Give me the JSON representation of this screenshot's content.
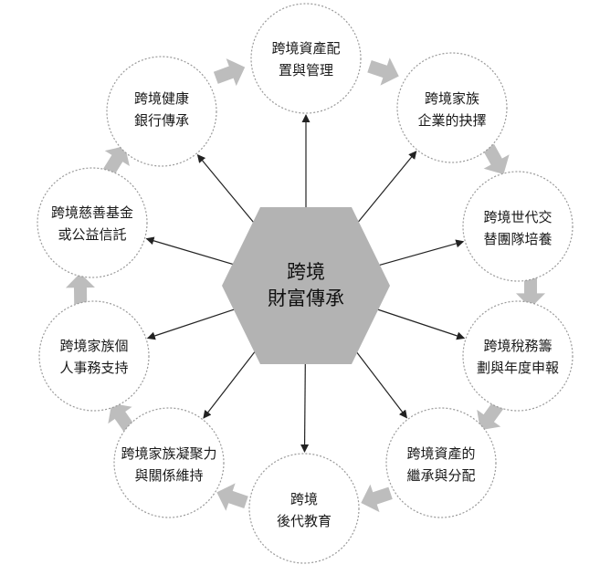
{
  "center": {
    "line1": "跨境",
    "line2": "財富傳承",
    "fill": "#b3b3b3"
  },
  "nodes": [
    {
      "line1": "跨境資產配",
      "line2": "置與管理"
    },
    {
      "line1": "跨境家族",
      "line2": "企業的抉擇"
    },
    {
      "line1": "跨境世代交",
      "line2": "替團隊培養"
    },
    {
      "line1": "跨境稅務籌",
      "line2": "劃與年度申報"
    },
    {
      "line1": "跨境資產的",
      "line2": "繼承與分配"
    },
    {
      "line1": "跨境",
      "line2": "後代教育"
    },
    {
      "line1": "跨境家族凝聚力",
      "line2": "與關係維持"
    },
    {
      "line1": "跨境家族個",
      "line2": "人事務支持"
    },
    {
      "line1": "跨境慈善基金",
      "line2": "或公益信託"
    },
    {
      "line1": "跨境健康",
      "line2": "銀行傳承"
    }
  ],
  "colors": {
    "cycle_arrow": "#bdbdbd",
    "circle_border": "#9a9a9a",
    "connector": "#222222"
  }
}
